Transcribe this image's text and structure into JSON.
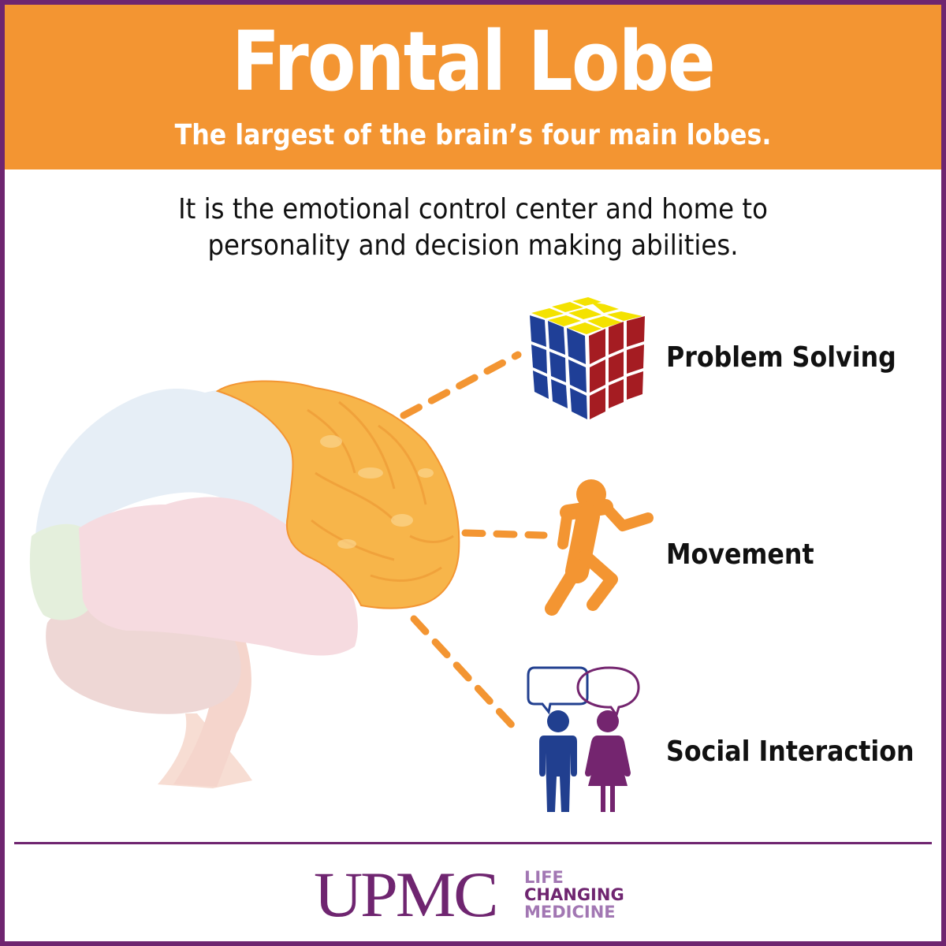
{
  "header": {
    "title": "Frontal Lobe",
    "subtitle": "The largest of the brain’s four main lobes.",
    "background_color": "#f39532"
  },
  "intro": {
    "line1": "It is the emotional control center and home to",
    "line2": "personality and decision making abilities."
  },
  "illustration": {
    "subject": "brain-lateral-view",
    "highlighted_region": "frontal lobe",
    "region_colors": {
      "frontal": "#f7b54a",
      "parietal": "#e6eef6",
      "temporal": "#f6dbe0",
      "occipital": "#e4efdc",
      "cerebellum": "#eed7d5",
      "brainstem": "#f7ddd3"
    }
  },
  "functions": [
    {
      "label": "Problem Solving",
      "icon": "rubiks-cube-icon"
    },
    {
      "label": "Movement",
      "icon": "running-person-icon"
    },
    {
      "label": "Social Interaction",
      "icon": "two-people-talking-icon"
    }
  ],
  "footer": {
    "brand": "UPMC",
    "tagline": [
      "LIFE",
      "CHANGING",
      "MEDICINE"
    ],
    "brand_color": "#6f2570",
    "tagline_light_color": "#a277b3"
  },
  "colors": {
    "accent_orange": "#f39532",
    "border_purple": "#6f2570",
    "cube_yellow": "#f4e200",
    "cube_blue": "#1f3f97",
    "cube_red": "#a51c22",
    "person_blue": "#213f8f",
    "person_purple": "#74256f"
  }
}
